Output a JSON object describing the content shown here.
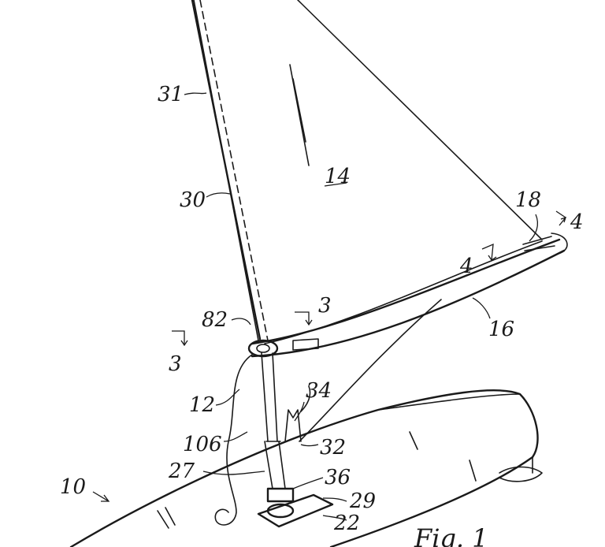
{
  "figure_label": "Fig. 1",
  "labels": {
    "l31": "31",
    "l14": "14",
    "l30": "30",
    "l18": "18",
    "l4a": "4",
    "l4b": "4",
    "l82": "82",
    "l3a": "3",
    "l3b": "3",
    "l16": "16",
    "l12": "12",
    "l34": "34",
    "l106": "106",
    "l32": "32",
    "l27": "27",
    "l36": "36",
    "l10": "10",
    "l29": "29",
    "l22": "22"
  }
}
